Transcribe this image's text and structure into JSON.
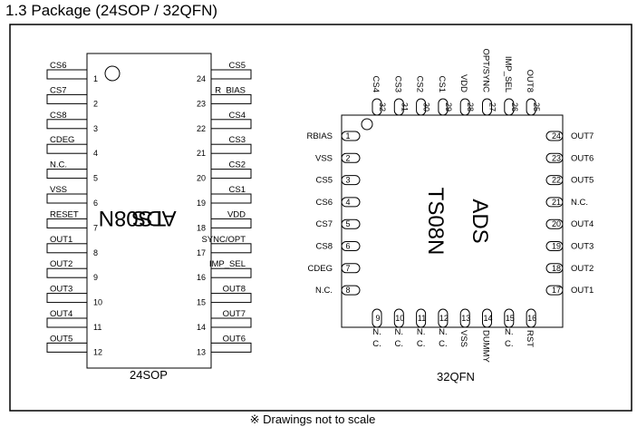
{
  "section_title": "1.3   Package (24SOP / 32QFN)",
  "footnote": "※ Drawings not to scale",
  "sop": {
    "caption": "24SOP",
    "chip_brand": "ADS",
    "chip_model": "TS08N",
    "left_pins": [
      {
        "num": "1",
        "label": "CS6"
      },
      {
        "num": "2",
        "label": "CS7"
      },
      {
        "num": "3",
        "label": "CS8"
      },
      {
        "num": "4",
        "label": "CDEG"
      },
      {
        "num": "5",
        "label": "N.C."
      },
      {
        "num": "6",
        "label": "VSS"
      },
      {
        "num": "7",
        "label": "RESET"
      },
      {
        "num": "8",
        "label": "OUT1"
      },
      {
        "num": "9",
        "label": "OUT2"
      },
      {
        "num": "10",
        "label": "OUT3"
      },
      {
        "num": "11",
        "label": "OUT4"
      },
      {
        "num": "12",
        "label": "OUT5"
      }
    ],
    "right_pins": [
      {
        "num": "24",
        "label": "CS5"
      },
      {
        "num": "23",
        "label": "R_BIAS"
      },
      {
        "num": "22",
        "label": "CS4"
      },
      {
        "num": "21",
        "label": "CS3"
      },
      {
        "num": "20",
        "label": "CS2"
      },
      {
        "num": "19",
        "label": "CS1"
      },
      {
        "num": "18",
        "label": "VDD"
      },
      {
        "num": "17",
        "label": "SYNC/OPT"
      },
      {
        "num": "16",
        "label": "IMP_SEL"
      },
      {
        "num": "15",
        "label": "OUT8"
      },
      {
        "num": "14",
        "label": "OUT7"
      },
      {
        "num": "13",
        "label": "OUT6"
      }
    ]
  },
  "qfn": {
    "caption": "32QFN",
    "chip_brand": "ADS",
    "chip_model": "TS08N",
    "left_pins": [
      {
        "num": "1",
        "label": "RBIAS"
      },
      {
        "num": "2",
        "label": "VSS"
      },
      {
        "num": "3",
        "label": "CS5"
      },
      {
        "num": "4",
        "label": "CS6"
      },
      {
        "num": "5",
        "label": "CS7"
      },
      {
        "num": "6",
        "label": "CS8"
      },
      {
        "num": "7",
        "label": "CDEG"
      },
      {
        "num": "8",
        "label": "N.C."
      }
    ],
    "right_pins": [
      {
        "num": "24",
        "label": "OUT7"
      },
      {
        "num": "23",
        "label": "OUT6"
      },
      {
        "num": "22",
        "label": "OUT5"
      },
      {
        "num": "21",
        "label": "N.C."
      },
      {
        "num": "20",
        "label": "OUT4"
      },
      {
        "num": "19",
        "label": "OUT3"
      },
      {
        "num": "18",
        "label": "OUT2"
      },
      {
        "num": "17",
        "label": "OUT1"
      }
    ],
    "top_pins": [
      {
        "num": "32",
        "label": "CS4"
      },
      {
        "num": "31",
        "label": "CS3"
      },
      {
        "num": "30",
        "label": "CS2"
      },
      {
        "num": "29",
        "label": "CS1"
      },
      {
        "num": "28",
        "label": "VDD"
      },
      {
        "num": "27",
        "label": "OPT/SYNC"
      },
      {
        "num": "26",
        "label": "IMP_SEL"
      },
      {
        "num": "25",
        "label": "OUT8"
      }
    ],
    "bottom_pins": [
      {
        "num": "9",
        "label": "N.C."
      },
      {
        "num": "10",
        "label": "N.C."
      },
      {
        "num": "11",
        "label": "N.C."
      },
      {
        "num": "12",
        "label": "N.C."
      },
      {
        "num": "13",
        "label": "VSS"
      },
      {
        "num": "14",
        "label": "DUMMY"
      },
      {
        "num": "15",
        "label": "N.C."
      },
      {
        "num": "16",
        "label": "RST"
      }
    ]
  }
}
